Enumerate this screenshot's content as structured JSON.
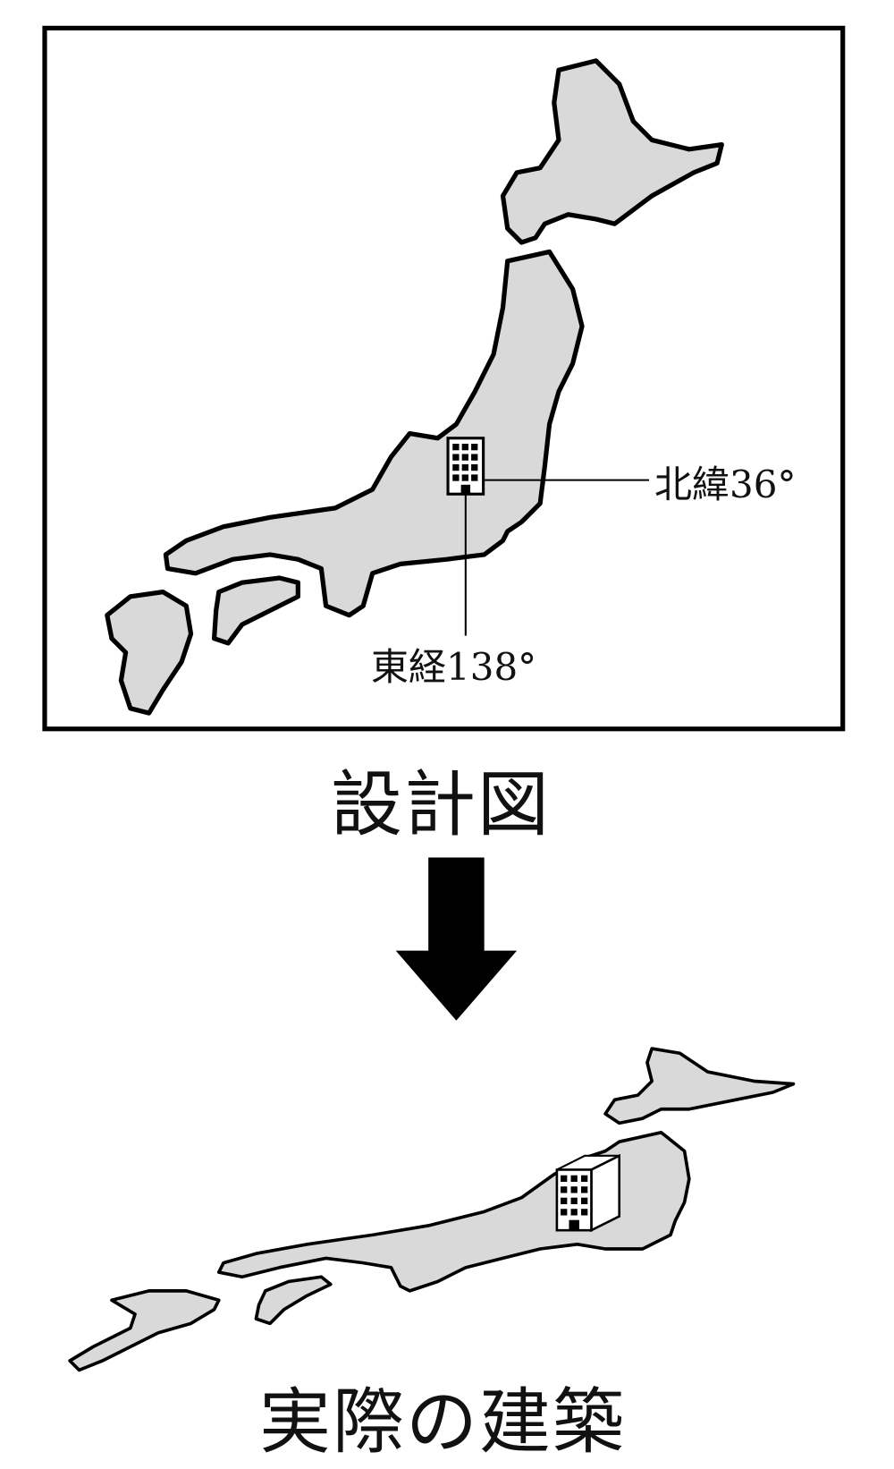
{
  "design_map": {
    "latitude_label": "北緯36°",
    "longitude_label": "東経138°",
    "caption": "設計図"
  },
  "actual_map": {
    "caption": "実際の建築"
  }
}
